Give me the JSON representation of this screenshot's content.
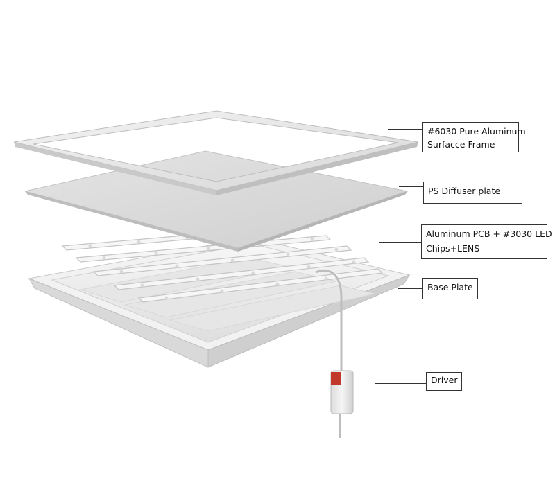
{
  "labels": {
    "frame": {
      "lines": [
        "#6030 Pure Aluminum",
        "Surfacce Frame"
      ]
    },
    "diffuser": {
      "lines": [
        "PS Diffuser plate"
      ]
    },
    "pcb": {
      "lines": [
        "Aluminum PCB + #3030 LED",
        "Chips+LENS"
      ]
    },
    "base": {
      "lines": [
        "Base Plate"
      ]
    },
    "driver": {
      "lines": [
        "Driver"
      ]
    }
  },
  "colors": {
    "frame": "#e6e6e6",
    "diffuser": "#dcdcdc",
    "base": "#ebebeb",
    "driver_box": "#eeeeee",
    "driver_connector": "#c0392b",
    "led_strip": "#f3f3f3"
  }
}
